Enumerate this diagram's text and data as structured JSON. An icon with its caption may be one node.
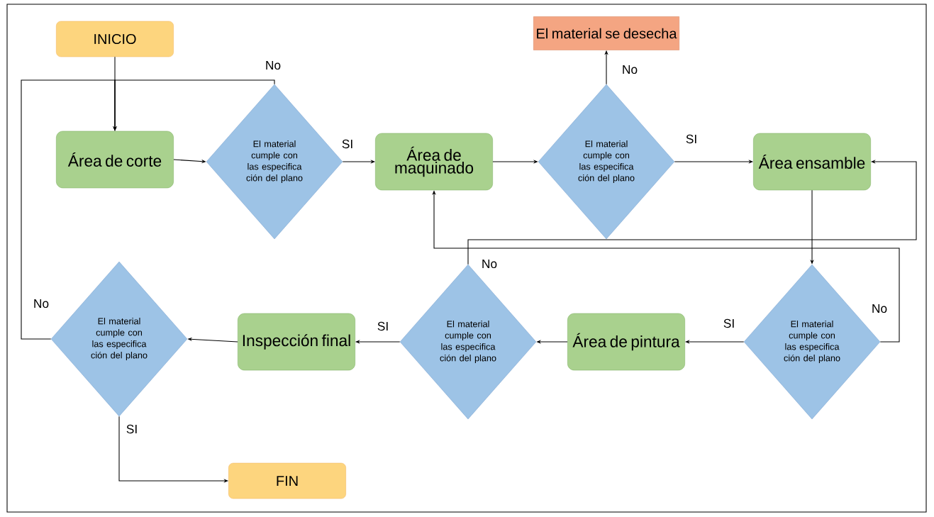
{
  "diagram": {
    "nodes": [
      {
        "text": [
          "INICIO"
        ]
      },
      {
        "text": [
          "Área de corte"
        ]
      },
      {
        "text": [
          "El material cumple con las especifica ción del plano"
        ]
      },
      {
        "text": [
          "Área de maquinado"
        ]
      },
      {
        "text": [
          "El material se desecha"
        ]
      },
      {
        "text": [
          "El material cumple con las especifica ción del plano"
        ]
      },
      {
        "text": [
          "Área ensamble"
        ]
      },
      {
        "text": [
          "El material cumple con las especifica ción del plano"
        ]
      },
      {
        "text": [
          "Área de pintura"
        ]
      },
      {
        "text": [
          "El material cumple con las especifica ción del plano"
        ]
      },
      {
        "text": [
          "Inspección final"
        ]
      },
      {
        "text": [
          "El material cumple con las especifica ción del plano"
        ]
      },
      {
        "text": [
          "FIN"
        ]
      }
    ],
    "edges": [
      {
        "from": 0,
        "to": 1,
        "arrow": "to"
      },
      {
        "from": 1,
        "to": 2,
        "arrow": "to"
      },
      {
        "from": 2,
        "to": 1,
        "arrow": "to",
        "label": "No"
      },
      {
        "from": 2,
        "to": 3,
        "arrow": "to",
        "label": "SI"
      },
      {
        "from": 3,
        "to": 5,
        "arrow": "to"
      },
      {
        "from": 5,
        "to": 4,
        "arrow": "to",
        "label": "No"
      },
      {
        "from": 5,
        "to": 6,
        "arrow": "to",
        "label": "SI"
      },
      {
        "from": 6,
        "to": 7,
        "arrow": "to"
      },
      {
        "from": 7,
        "to": 3,
        "arrow": "to",
        "label": "No"
      },
      {
        "from": 7,
        "to": 8,
        "arrow": "to",
        "label": "SI"
      },
      {
        "from": 8,
        "to": 9,
        "arrow": "to"
      },
      {
        "from": 9,
        "to": 6,
        "arrow": "to",
        "label": "No"
      },
      {
        "from": 9,
        "to": 10,
        "arrow": "to",
        "label": "SI"
      },
      {
        "from": 10,
        "to": 11,
        "arrow": "to"
      },
      {
        "from": 11,
        "to": 1,
        "arrow": "to",
        "label": "No"
      },
      {
        "from": 11,
        "to": 12,
        "arrow": "to",
        "label": "SI"
      }
    ]
  }
}
